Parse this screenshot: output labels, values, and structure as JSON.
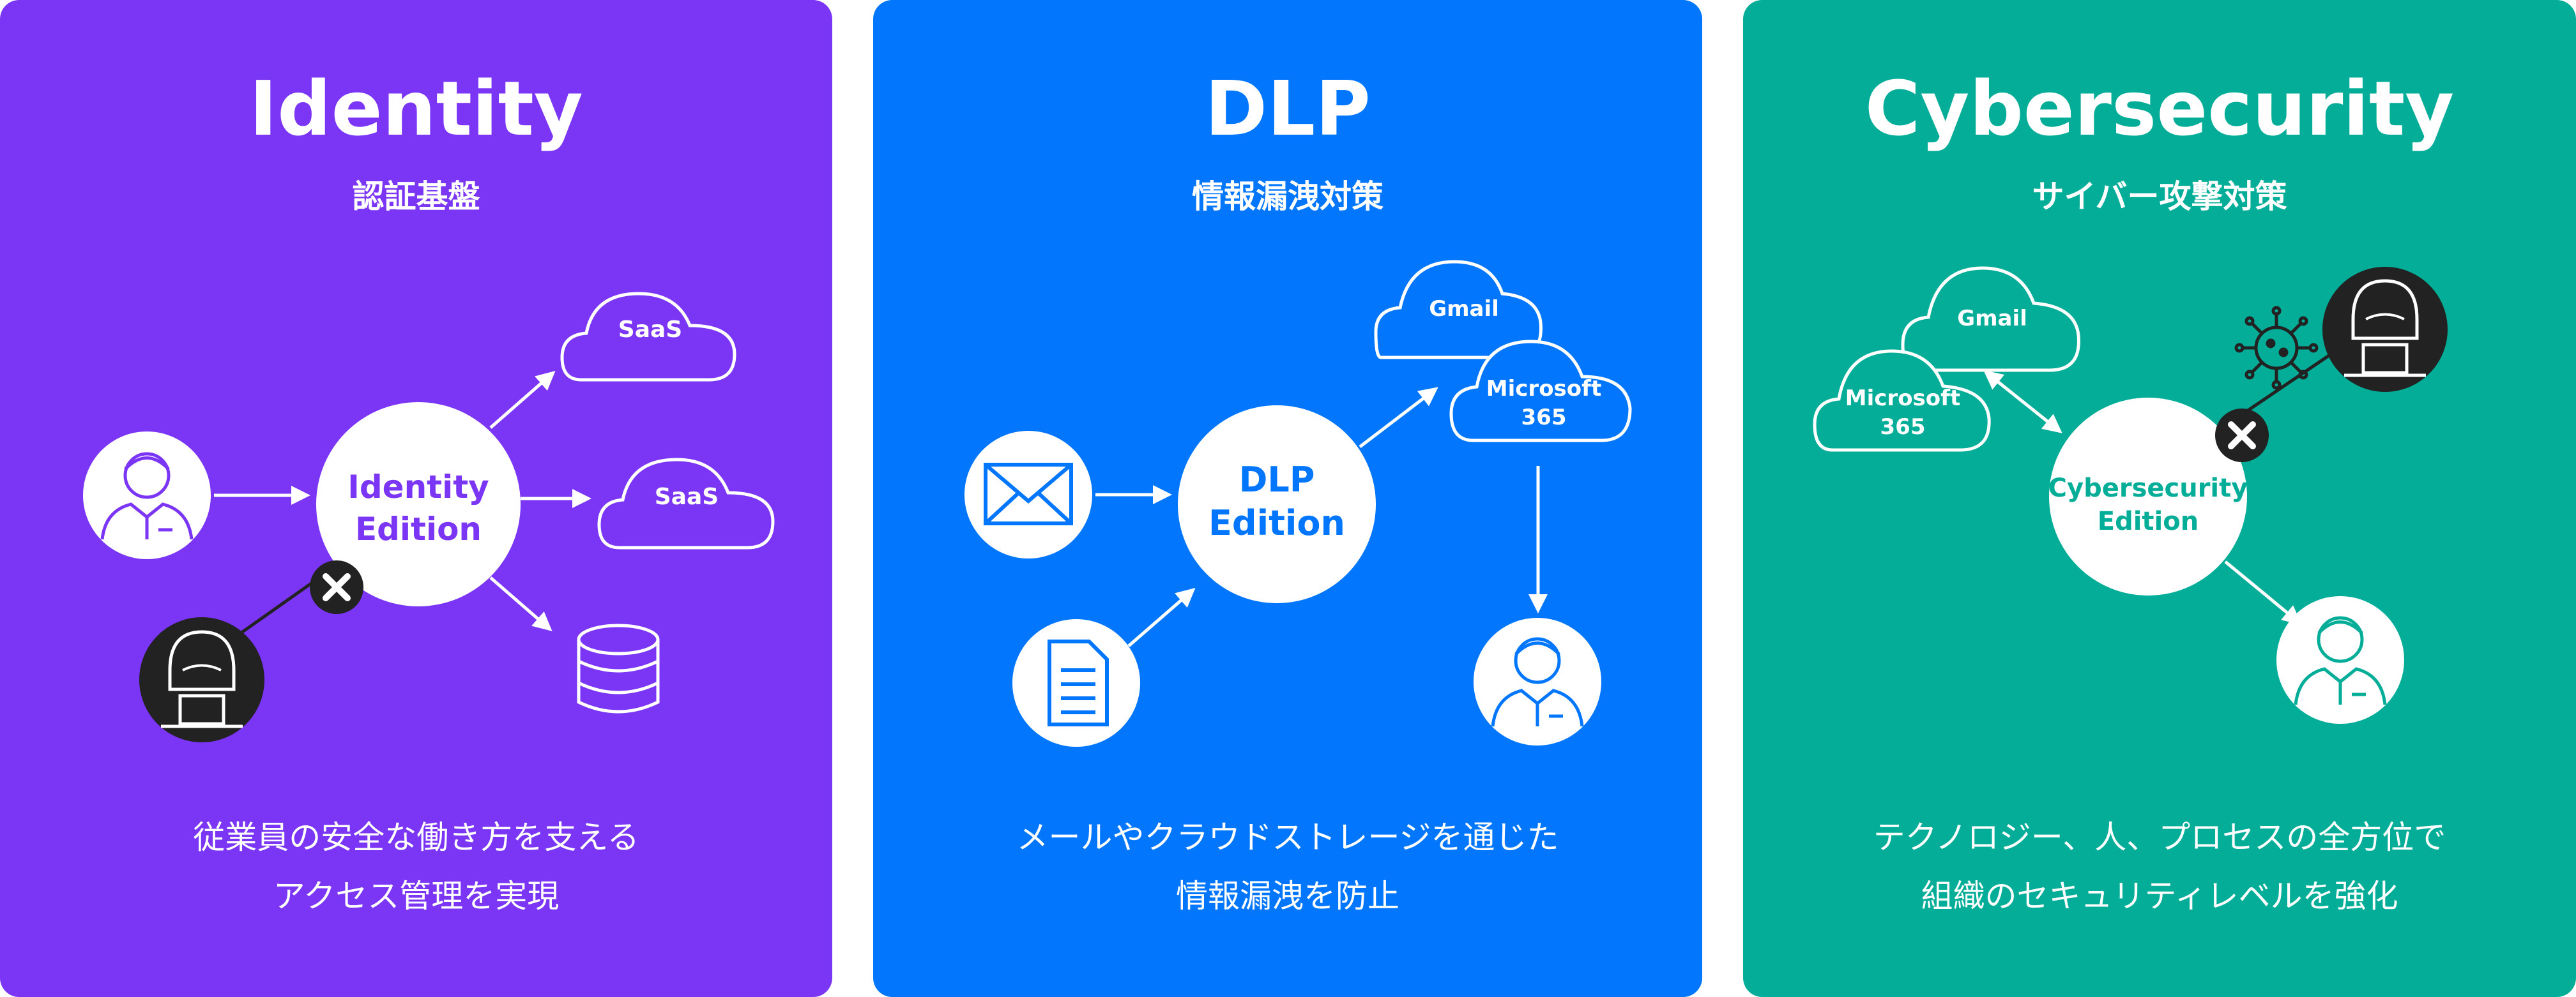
{
  "panels": [
    {
      "title": "Identity",
      "subtitle": "認証基盤",
      "center_label": [
        "Identity",
        "Edition"
      ],
      "clouds": [
        "SaaS",
        "SaaS"
      ],
      "description": [
        "従業員の安全な働き方を支える",
        "アクセス管理を実現"
      ],
      "color": "#7B35F5"
    },
    {
      "title": "DLP",
      "subtitle": "情報漏洩対策",
      "center_label": [
        "DLP",
        "Edition"
      ],
      "clouds": [
        "Gmail",
        "Microsoft",
        "365"
      ],
      "description": [
        "メールやクラウドストレージを通じた",
        "情報漏洩を防止"
      ],
      "color": "#0276FC"
    },
    {
      "title": "Cybersecurity",
      "subtitle": "サイバー攻撃対策",
      "center_label": [
        "Cybersecurity",
        "Edition"
      ],
      "clouds": [
        "Gmail",
        "Microsoft",
        "365"
      ],
      "description": [
        "テクノロジー、人、プロセスの全方位で",
        "組織のセキュリティレベルを強化"
      ],
      "color": "#03AD97"
    }
  ],
  "icons": [
    "user-icon",
    "hacker-icon",
    "cloud-icon",
    "database-icon",
    "mail-icon",
    "document-icon",
    "virus-icon",
    "block-x-icon"
  ]
}
